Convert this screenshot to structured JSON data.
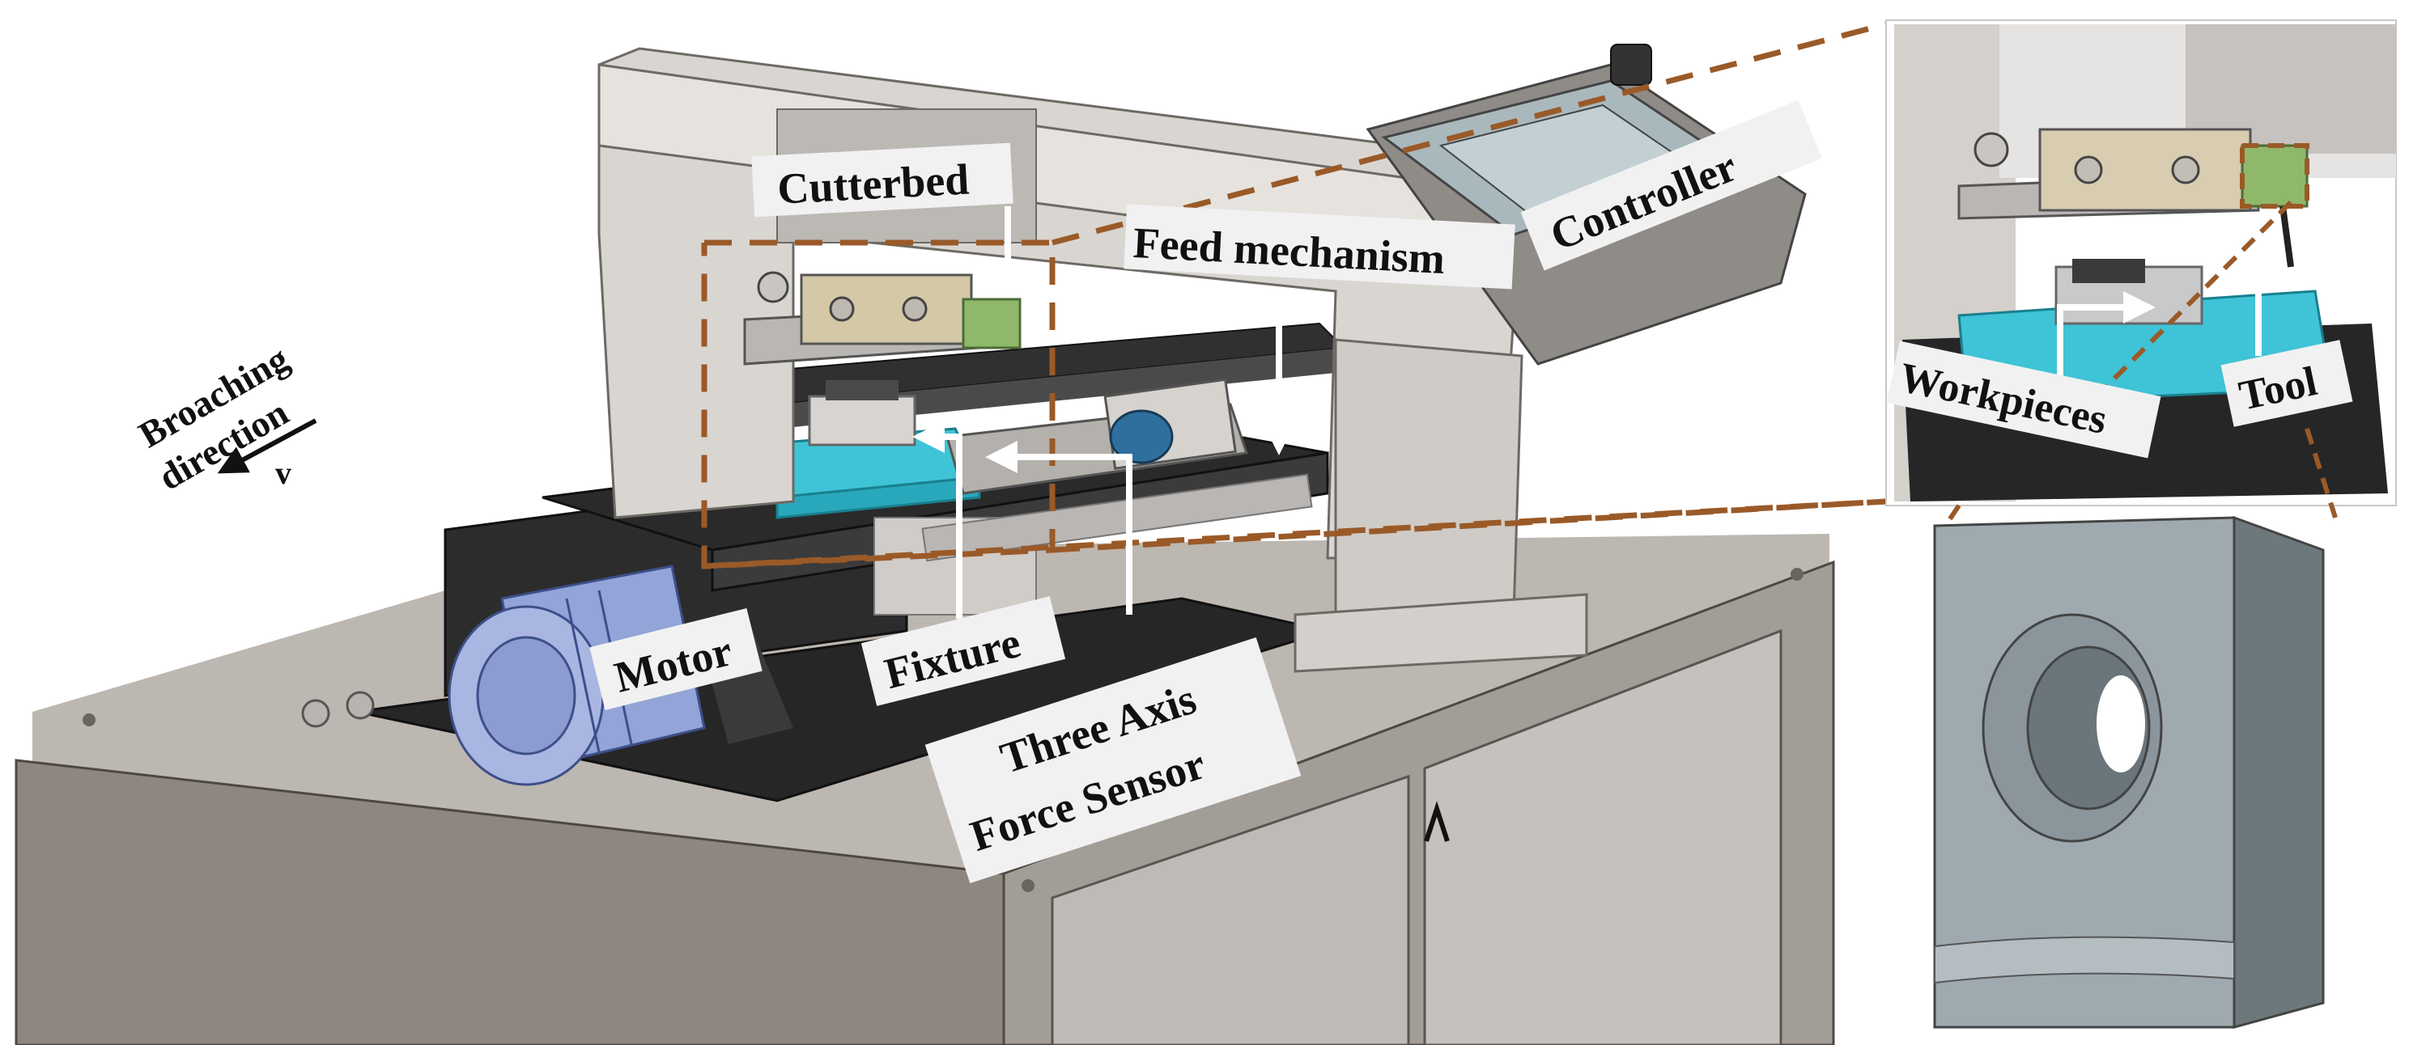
{
  "labels": {
    "cutterbed": "Cutterbed",
    "feed_mechanism": "Feed mechanism",
    "controller": "Controller",
    "broaching_direction_line1": "Broaching",
    "broaching_direction_line2": "direction",
    "velocity": "v",
    "motor": "Motor",
    "fixture": "Fixture",
    "force_sensor_line1": "Three Axis",
    "force_sensor_line2": "Force Sensor",
    "workpieces": "Workpieces",
    "tool": "Tool"
  },
  "colors": {
    "cabinet": "#8e8780",
    "frame": "#d9d6d2",
    "plate_black": "#232323",
    "fixture_cyan": "#3fc3d6",
    "motor_blue": "#93a4d8",
    "workpiece_gray": "#9eaaaf",
    "dash_brown": "#9a5a28",
    "arrow_white": "#ffffff",
    "tool_green": "#8fb86b"
  }
}
